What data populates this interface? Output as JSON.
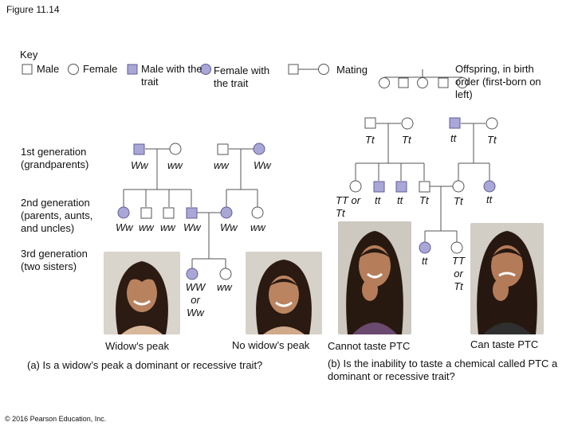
{
  "figure_label": "Figure 11.14",
  "key": {
    "title": "Key",
    "male": "Male",
    "female": "Female",
    "male_trait": "Male with the trait",
    "female_trait": "Female with the trait",
    "mating": "Mating",
    "offspring": "Offspring, in birth order (first-born on left)"
  },
  "panel_a": {
    "gen1_label": "1st generation (grandparents)",
    "gen2_label": "2nd generation (parents, aunts, and uncles)",
    "gen3_label": "3rd generation (two sisters)",
    "gen1": [
      "Ww",
      "ww",
      "ww",
      "Ww"
    ],
    "gen2": [
      "Ww",
      "ww",
      "ww",
      "Ww",
      "Ww",
      "ww"
    ],
    "gen3": [
      "WW or Ww",
      "ww"
    ],
    "photo_left_caption": "Widow’s peak",
    "photo_right_caption": "No widow’s peak",
    "question": "(a) Is a widow’s peak a dominant or recessive trait?"
  },
  "panel_b": {
    "gen1": [
      "Tt",
      "Tt",
      "tt",
      "Tt"
    ],
    "gen2": [
      "TT or Tt",
      "tt",
      "tt",
      "Tt",
      "Tt",
      "tt"
    ],
    "gen3": [
      "tt",
      "TT or Tt"
    ],
    "photo_left_caption": "Cannot taste PTC",
    "photo_right_caption": "Can taste PTC",
    "question": "(b) Is the inability to taste a chemical called PTC a dominant or recessive trait?"
  },
  "colors": {
    "trait_fill": "#a9a7d6",
    "trait_stroke": "#5f5c99",
    "line": "#555555"
  },
  "copyright": "© 2016 Pearson Education, Inc."
}
